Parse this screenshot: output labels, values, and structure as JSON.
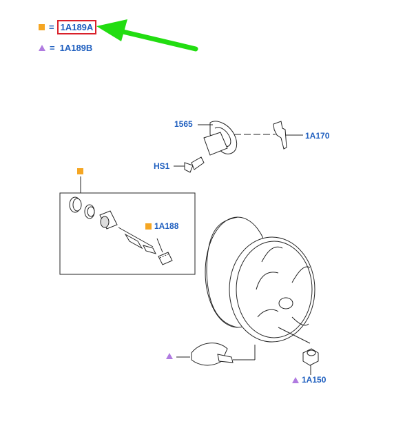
{
  "legend": {
    "square_code": "1A189A",
    "triangle_code": "1A189B",
    "square_symbol_name": "orange-square-icon",
    "triangle_symbol_name": "purple-triangle-icon"
  },
  "labels": {
    "p1565": "1565",
    "p1A170": "1A170",
    "pHS1": "HS1",
    "p1A188": "1A188",
    "p1A150": "1A150"
  },
  "colors": {
    "text_blue": "#1f5fbf",
    "square_orange": "#f5a623",
    "triangle_purple": "#b07be0",
    "highlight_red": "#d9202a",
    "arrow_green": "#22dd11"
  }
}
